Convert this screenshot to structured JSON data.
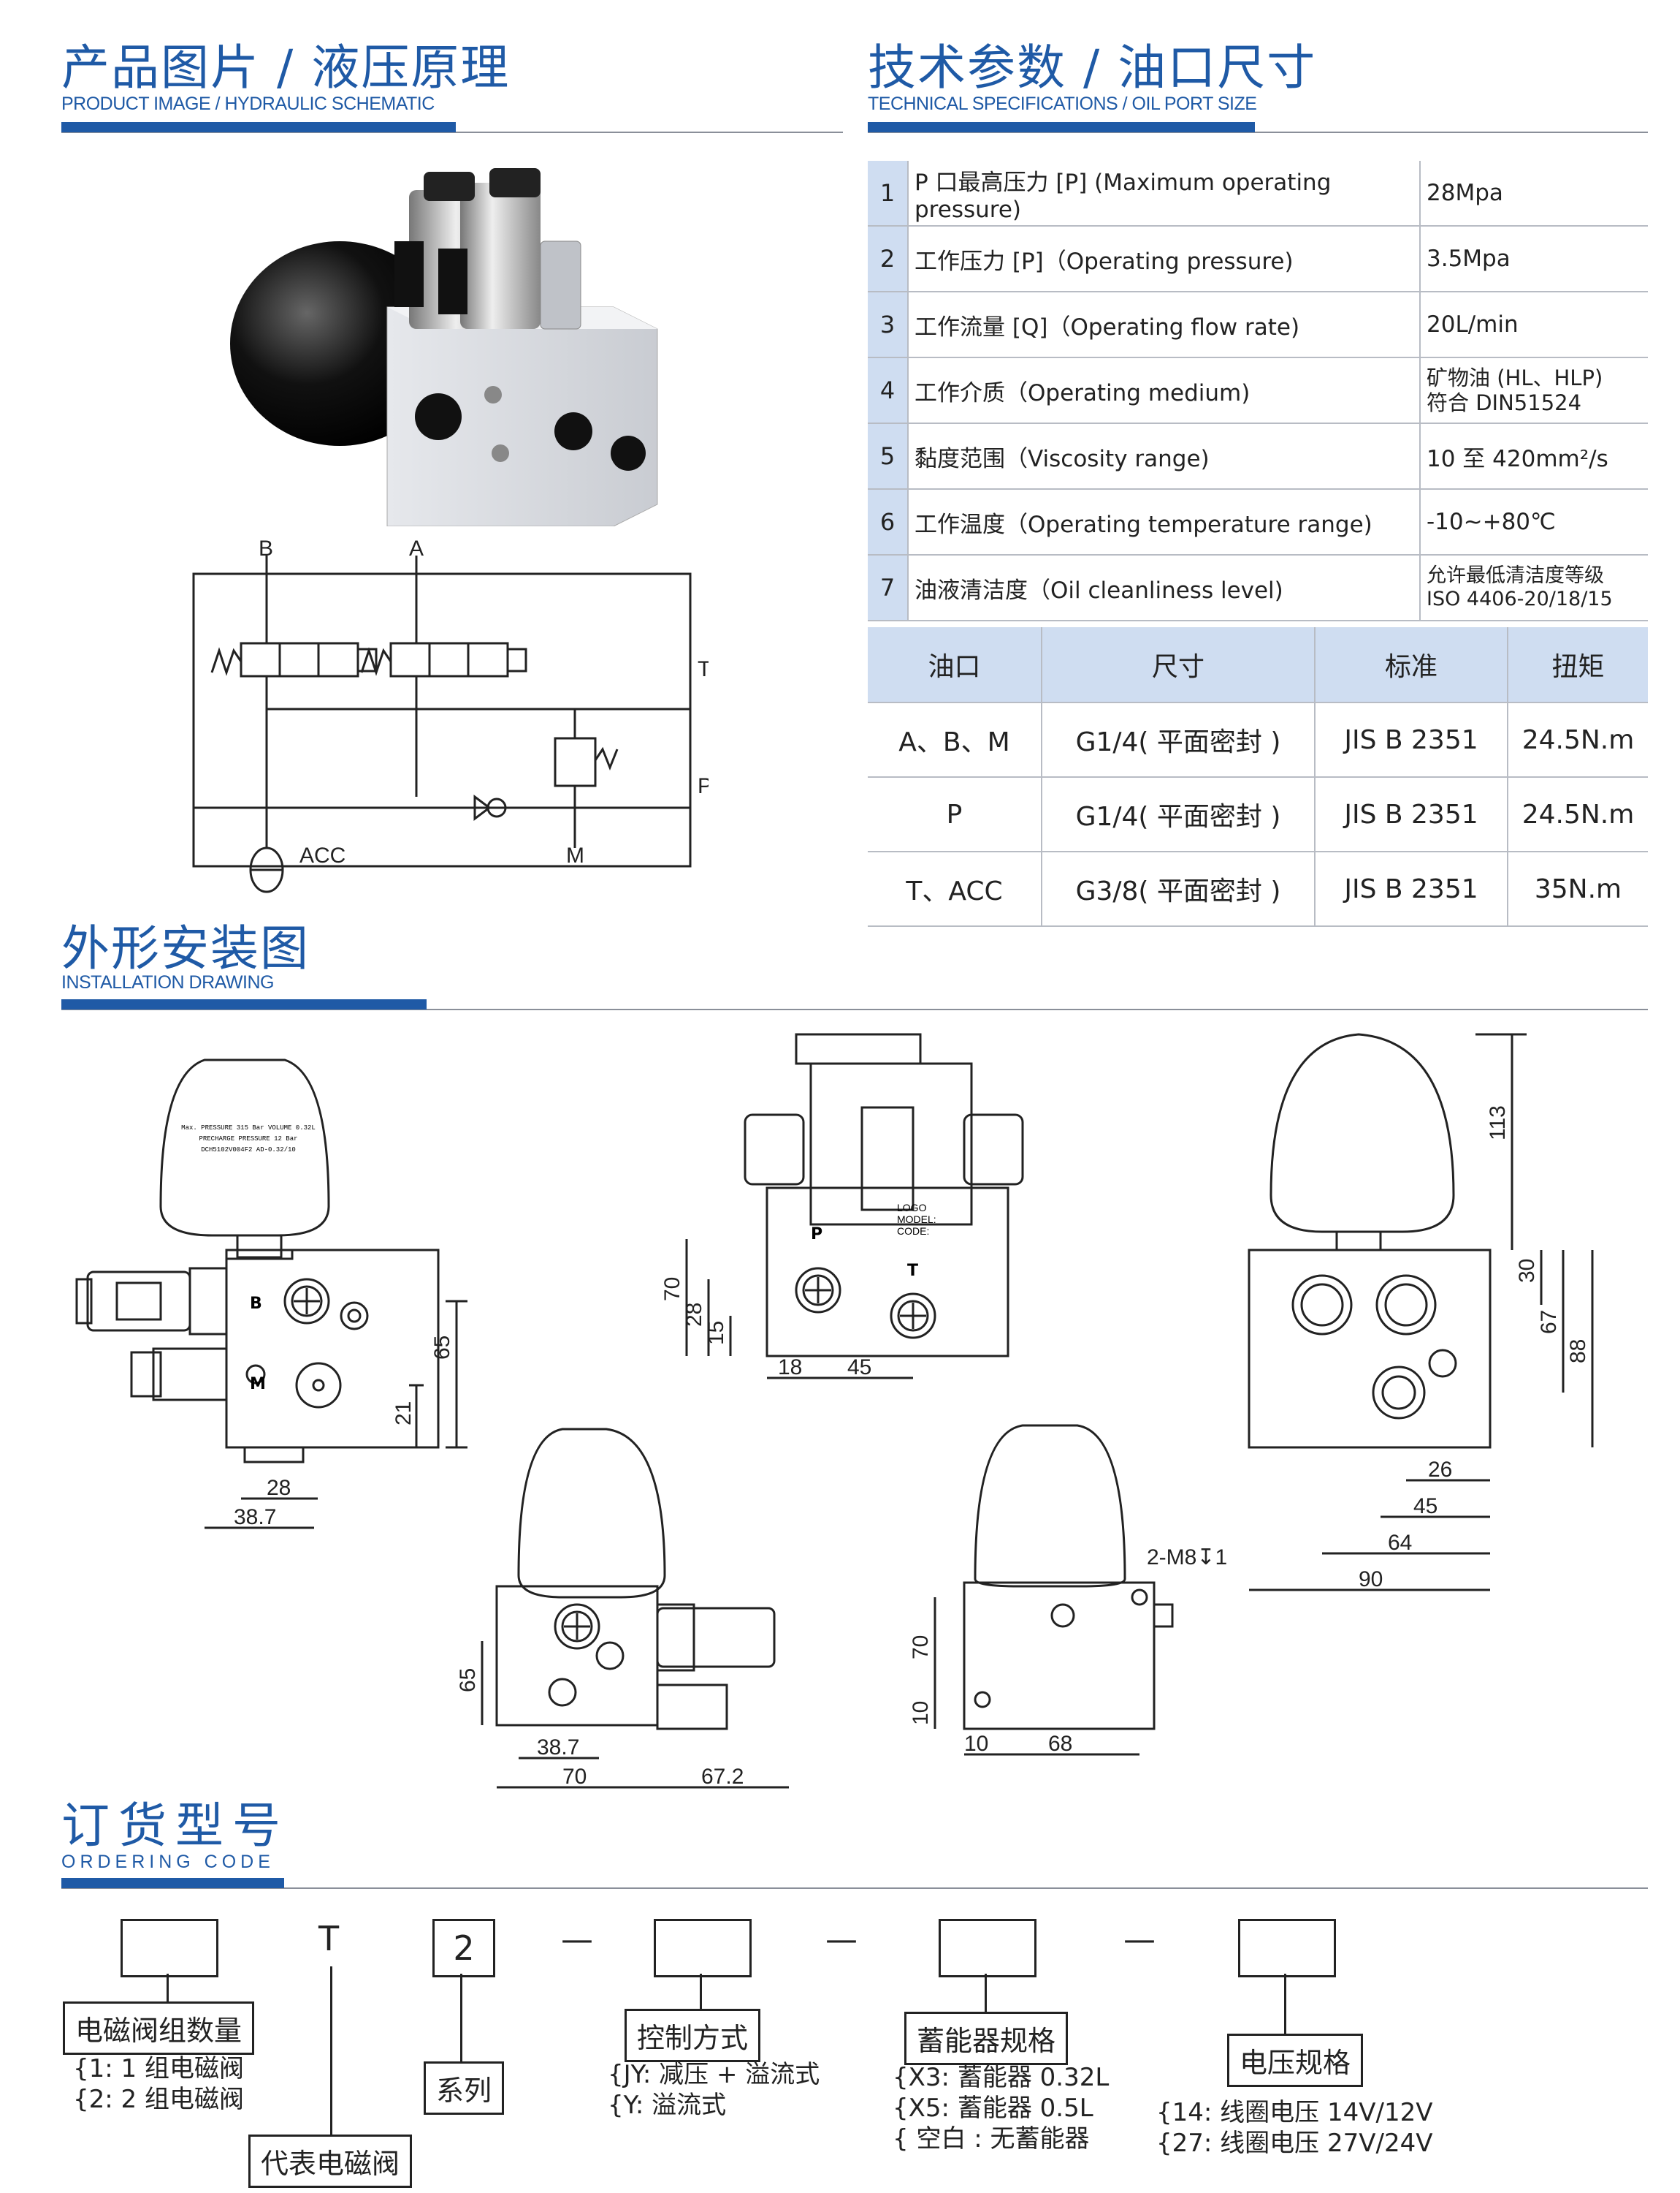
{
  "sections": {
    "product": {
      "title": "产品图片 / 液压原理",
      "subtitle": "PRODUCT IMAGE / HYDRAULIC SCHEMATIC"
    },
    "tech": {
      "title": "技术参数 / 油口尺寸",
      "subtitle": "TECHNICAL SPECIFICATIONS / OIL PORT SIZE"
    },
    "install": {
      "title": "外形安装图",
      "subtitle": "INSTALLATION DRAWING"
    },
    "ordering": {
      "title": "订货型号",
      "subtitle": "ORDERING CODE"
    }
  },
  "specs": [
    {
      "num": "1",
      "label": "P 口最高压力 [P] (Maximum operating pressure)",
      "value": "28Mpa",
      "value2": ""
    },
    {
      "num": "2",
      "label": "工作压力 [P]（Operating pressure)",
      "value": "3.5Mpa",
      "value2": ""
    },
    {
      "num": "3",
      "label": "工作流量 [Q]（Operating flow rate)",
      "value": "20L/min",
      "value2": ""
    },
    {
      "num": "4",
      "label": "工作介质（Operating medium)",
      "value": "矿物油 (HL、HLP)",
      "value2": "符合 DIN51524"
    },
    {
      "num": "5",
      "label": "黏度范围（Viscosity range)",
      "value": "10 至 420mm²/s",
      "value2": ""
    },
    {
      "num": "6",
      "label": "工作温度（Operating temperature range)",
      "value": "-10~+80℃",
      "value2": ""
    },
    {
      "num": "7",
      "label": "油液清洁度（Oil cleanliness level)",
      "value": "允许最低清洁度等级",
      "value2": "ISO 4406-20/18/15"
    }
  ],
  "ports": {
    "headers": [
      "油口",
      "尺寸",
      "标准",
      "扭矩"
    ],
    "rows": [
      [
        "A、B、M",
        "G1/4( 平面密封 )",
        "JIS B 2351",
        "24.5N.m"
      ],
      [
        "P",
        "G1/4( 平面密封 )",
        "JIS B 2351",
        "24.5N.m"
      ],
      [
        "T、ACC",
        "G3/8( 平面密封 )",
        "JIS B 2351",
        "35N.m"
      ]
    ]
  },
  "schematic": {
    "B": "B",
    "A": "A",
    "T": "T",
    "P": "P",
    "ACC": "ACC",
    "M": "M"
  },
  "drawing": {
    "accumulator_text": [
      "Max. PRESSURE 315 Bar VOLUME 0.32L",
      "PRECHARGE PRESSURE 12 Bar",
      "DCH5102V004F2  AD-0.32/10"
    ],
    "plate": [
      "LOGO",
      "MODEL:",
      "CODE:"
    ],
    "port_P": "P",
    "port_T": "T",
    "port_B": "B",
    "port_M": "M",
    "mount_note": "2-M8↧13",
    "dims": {
      "v1_65": "65",
      "v1_21": "21",
      "v1_28": "28",
      "v1_387": "38.7",
      "v2_70": "70",
      "v2_28": "28",
      "v2_15": "15",
      "v2_18": "18",
      "v2_45": "45",
      "v3_113": "113",
      "v3_30": "30",
      "v3_67": "67",
      "v3_88": "88",
      "v3_26": "26",
      "v3_45": "45",
      "v3_64": "64",
      "v3_90": "90",
      "v4_65": "65",
      "v4_387": "38.7",
      "v4_70": "70",
      "v4_672": "67.2",
      "v5_70": "70",
      "v5_10a": "10",
      "v5_10b": "10",
      "v5_68": "68"
    }
  },
  "ordering": {
    "code_T": "T",
    "code_2": "2",
    "dash": "—",
    "labels": {
      "count": "电磁阀组数量",
      "rep": "代表电磁阀",
      "series": "系列",
      "control": "控制方式",
      "accum": "蓄能器规格",
      "voltage": "电压规格"
    },
    "count_opts": [
      "{1:  1 组电磁阀",
      "{2:  2 组电磁阀"
    ],
    "control_opts": [
      "{JY: 减压 + 溢流式",
      "{Y: 溢流式"
    ],
    "accum_opts": [
      "{X3: 蓄能器 0.32L",
      "{X5: 蓄能器 0.5L",
      "{ 空白 : 无蓄能器"
    ],
    "voltage_opts": [
      "{14: 线圈电压 14V/12V",
      "{27: 线圈电压 27V/24V"
    ]
  }
}
